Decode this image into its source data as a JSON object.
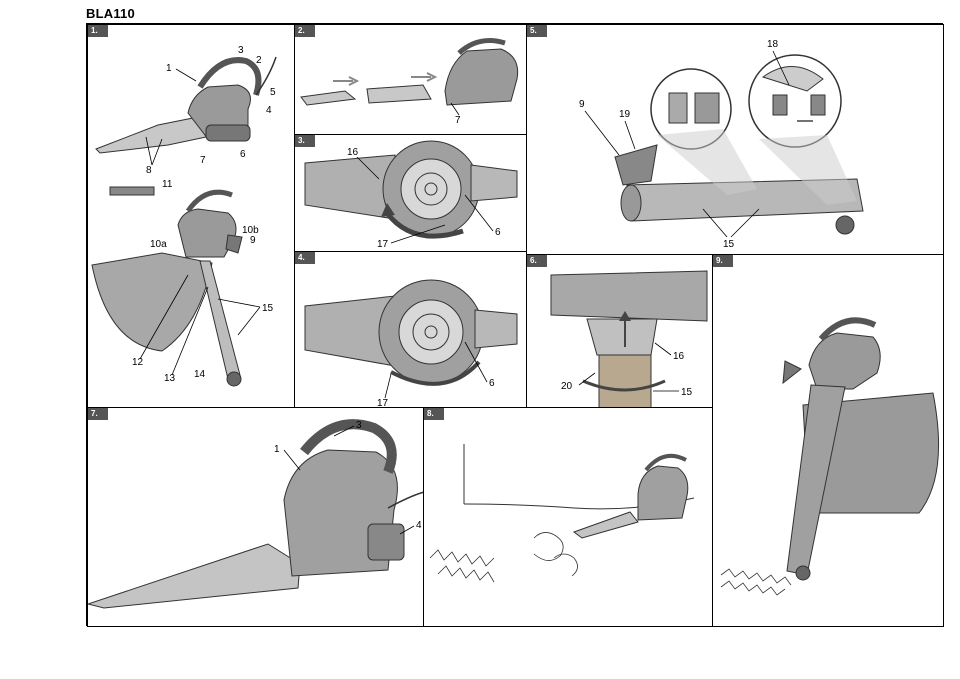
{
  "model": "BLA110",
  "panels": [
    {
      "tag": "1."
    },
    {
      "tag": "2."
    },
    {
      "tag": "3."
    },
    {
      "tag": "4."
    },
    {
      "tag": "5."
    },
    {
      "tag": "6."
    },
    {
      "tag": "7."
    },
    {
      "tag": "8."
    },
    {
      "tag": "9."
    }
  ],
  "callouts": {
    "p1": [
      "1",
      "2",
      "3",
      "4",
      "5",
      "6",
      "7",
      "8",
      "11",
      "10a",
      "10b",
      "9",
      "15",
      "12",
      "13",
      "14"
    ],
    "p2": [
      "7"
    ],
    "p3": [
      "16",
      "6",
      "17"
    ],
    "p4": [
      "6",
      "17"
    ],
    "p5": [
      "18",
      "9",
      "19",
      "15"
    ],
    "p6": [
      "16",
      "20",
      "15"
    ],
    "p7": [
      "1",
      "3",
      "4"
    ]
  },
  "colors": {
    "fill_dark": "#6e6e6e",
    "fill_mid": "#a8a8a8",
    "fill_light": "#d4d4d4",
    "bag": "#9a9a9a",
    "tag_bg": "#555555"
  },
  "icons": [
    "leaf-blower-illustration",
    "arrow-icon",
    "leaves-illustration"
  ]
}
